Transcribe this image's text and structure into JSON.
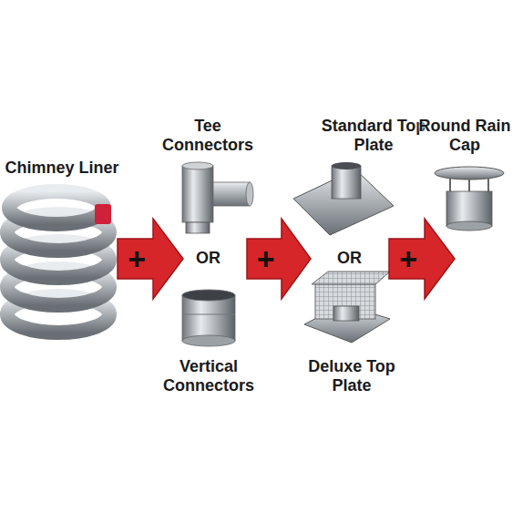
{
  "diagram": {
    "nodes": [
      {
        "text": [
          "Chimney Liner"
        ]
      },
      {
        "text": [
          "+"
        ]
      },
      {
        "text": [
          "Tee Connectors"
        ]
      },
      {
        "text": [
          "Vertical Connectors"
        ]
      },
      {
        "text": [
          "+"
        ]
      },
      {
        "text": [
          "Standard Top Plate"
        ]
      },
      {
        "text": [
          "Deluxe Top Plate"
        ]
      },
      {
        "text": [
          "+"
        ]
      },
      {
        "text": [
          "Round Rain Cap"
        ]
      }
    ],
    "labels": [
      "OR",
      "OR"
    ]
  }
}
